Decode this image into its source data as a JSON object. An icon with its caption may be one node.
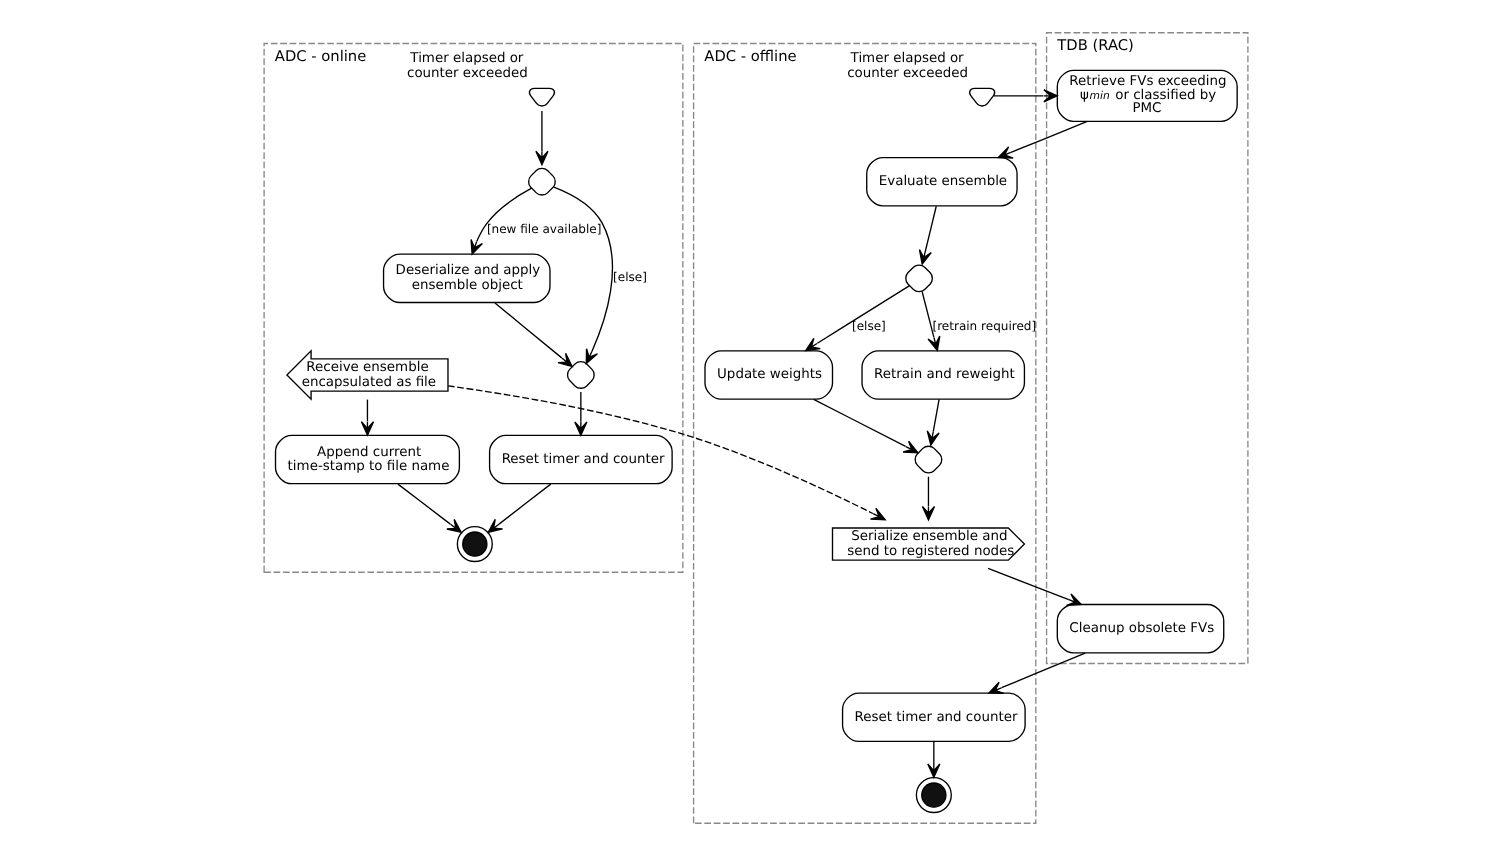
{
  "diagram": {
    "nodes": [
      {
        "text": [
          "ADC - online"
        ]
      },
      {
        "text": [
          "ADC - offline"
        ]
      },
      {
        "text": [
          "TDB (RAC)"
        ]
      },
      {
        "text": [],
        "shape": "hourglass",
        "beside": [
          "Timer elapsed or counter exceeded"
        ],
        "in": 0
      },
      {
        "text": [],
        "shape": "diamond",
        "in": 0
      },
      {
        "text": [
          "Deserialize and apply ensemble object"
        ],
        "in": 0
      },
      {
        "text": [],
        "shape": "diamond",
        "in": 0
      },
      {
        "text": [
          "Reset timer and counter"
        ],
        "in": 0
      },
      {
        "text": [
          "Receive ensemble encapsulated as file"
        ],
        "in": 0
      },
      {
        "text": [
          "Append current time-stamp to file name"
        ],
        "in": 0
      },
      {
        "text": [],
        "shape": "circle",
        "in": 0
      },
      {
        "text": [],
        "shape": "hourglass",
        "beside": [
          "Timer elapsed or counter exceeded"
        ],
        "in": 1
      },
      {
        "text": [
          "Evaluate ensemble"
        ],
        "in": 1
      },
      {
        "text": [],
        "shape": "diamond",
        "in": 1
      },
      {
        "text": [
          "Update weights"
        ],
        "in": 1
      },
      {
        "text": [
          "Retrain and reweight"
        ],
        "in": 1
      },
      {
        "text": [],
        "shape": "diamond",
        "in": 1
      },
      {
        "text": [
          "Serialize ensemble and send to registered nodes"
        ],
        "in": 1
      },
      {
        "text": [
          "Reset timer and counter"
        ],
        "in": 1
      },
      {
        "text": [],
        "shape": "circle",
        "in": 1
      },
      {
        "text": [
          "Retrieve FVs exceeding ψ$_{min}$ or classified by PMC"
        ],
        "in": 2
      },
      {
        "text": [
          "Cleanup obsolete FVs"
        ],
        "in": 2
      }
    ],
    "edges": [
      {
        "from": 3,
        "to": 4,
        "arrow": "to"
      },
      {
        "from": 4,
        "to": 5,
        "arrow": "to",
        "label": "[new file available]"
      },
      {
        "from": 4,
        "to": 6,
        "arrow": "to",
        "label": "[else]"
      },
      {
        "from": 5,
        "to": 6,
        "arrow": "to"
      },
      {
        "from": 6,
        "to": 7,
        "arrow": "to"
      },
      {
        "from": 7,
        "to": 10,
        "arrow": "to"
      },
      {
        "from": 8,
        "to": 9,
        "arrow": "to"
      },
      {
        "from": 9,
        "to": 10,
        "arrow": "to"
      },
      {
        "from": 8,
        "to": 17,
        "arrow": "to",
        "style": "dashed"
      },
      {
        "from": 11,
        "to": 20,
        "arrow": "to"
      },
      {
        "from": 20,
        "to": 12,
        "arrow": "to"
      },
      {
        "from": 12,
        "to": 13,
        "arrow": "to"
      },
      {
        "from": 13,
        "to": 14,
        "arrow": "to",
        "label": "[else]"
      },
      {
        "from": 13,
        "to": 15,
        "arrow": "to",
        "label": "[retrain required]"
      },
      {
        "from": 14,
        "to": 16,
        "arrow": "to"
      },
      {
        "from": 15,
        "to": 16,
        "arrow": "to"
      },
      {
        "from": 16,
        "to": 17,
        "arrow": "to"
      },
      {
        "from": 17,
        "to": 21,
        "arrow": "to"
      },
      {
        "from": 21,
        "to": 18,
        "arrow": "to"
      },
      {
        "from": 18,
        "to": 19,
        "arrow": "to"
      }
    ]
  }
}
